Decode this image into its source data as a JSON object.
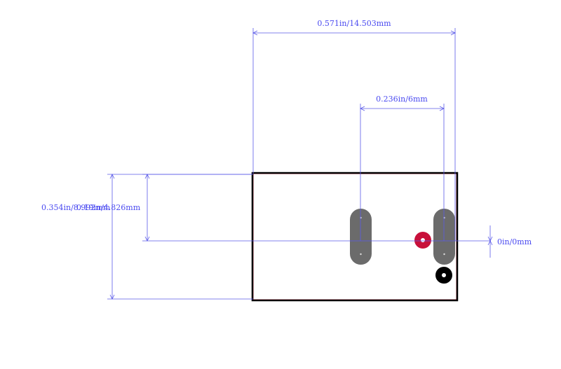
{
  "colors": {
    "dimension": "#5a5ae8",
    "outline": "#000000",
    "outline_inner": "#d0203a",
    "pad": "#6b6b6b",
    "marker_red": "#c8103a",
    "marker_black": "#000000"
  },
  "dimensions": {
    "overall_width": "0.571in/14.503mm",
    "pad_pitch": "0.236in/6mm",
    "overall_height": "0.354in/8.992mm",
    "pad_offset": "0.19in/4.826mm",
    "origin_offset": "0in/0mm"
  },
  "pads": [
    "slot-pad-left",
    "slot-pad-right"
  ],
  "markers": [
    "origin-marker",
    "pin-one-marker"
  ]
}
